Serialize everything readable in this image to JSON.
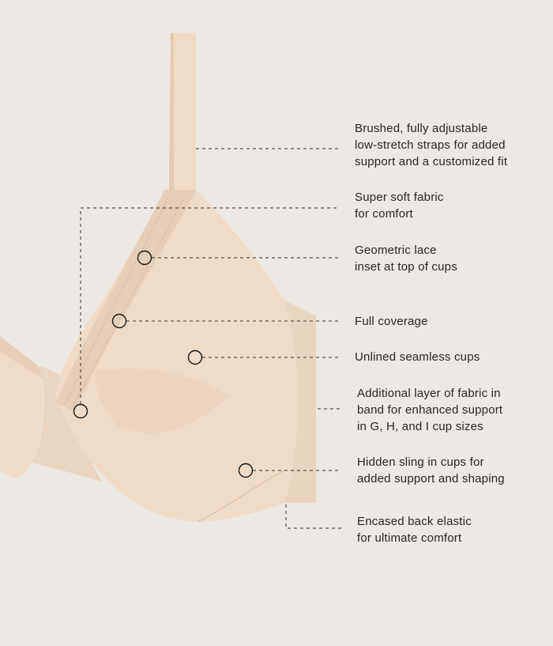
{
  "colors": {
    "background": "#ece8e4",
    "fabric": "#f0dcc6",
    "fabric_shadow": "#e3cab1",
    "lace": "#e6cfb6",
    "text": "#2a2522",
    "leader_line": "#3a3430"
  },
  "features": [
    {
      "id": "straps",
      "lines": [
        "Brushed, fully adjustable",
        "low-stretch straps for added",
        "support and a customized fit"
      ]
    },
    {
      "id": "fabric",
      "lines": [
        "Super soft fabric",
        "for comfort"
      ]
    },
    {
      "id": "lace",
      "lines": [
        "Geometric lace",
        "inset at top of cups"
      ]
    },
    {
      "id": "coverage",
      "lines": [
        "Full coverage"
      ]
    },
    {
      "id": "cups",
      "lines": [
        "Unlined seamless cups"
      ]
    },
    {
      "id": "band",
      "lines": [
        "Additional layer of fabric in",
        "band for enhanced support",
        "in G, H, and I cup sizes"
      ]
    },
    {
      "id": "sling",
      "lines": [
        "Hidden sling in cups for",
        "added support and shaping"
      ]
    },
    {
      "id": "elastic",
      "lines": [
        "Encased back elastic",
        "for ultimate comfort"
      ]
    }
  ]
}
